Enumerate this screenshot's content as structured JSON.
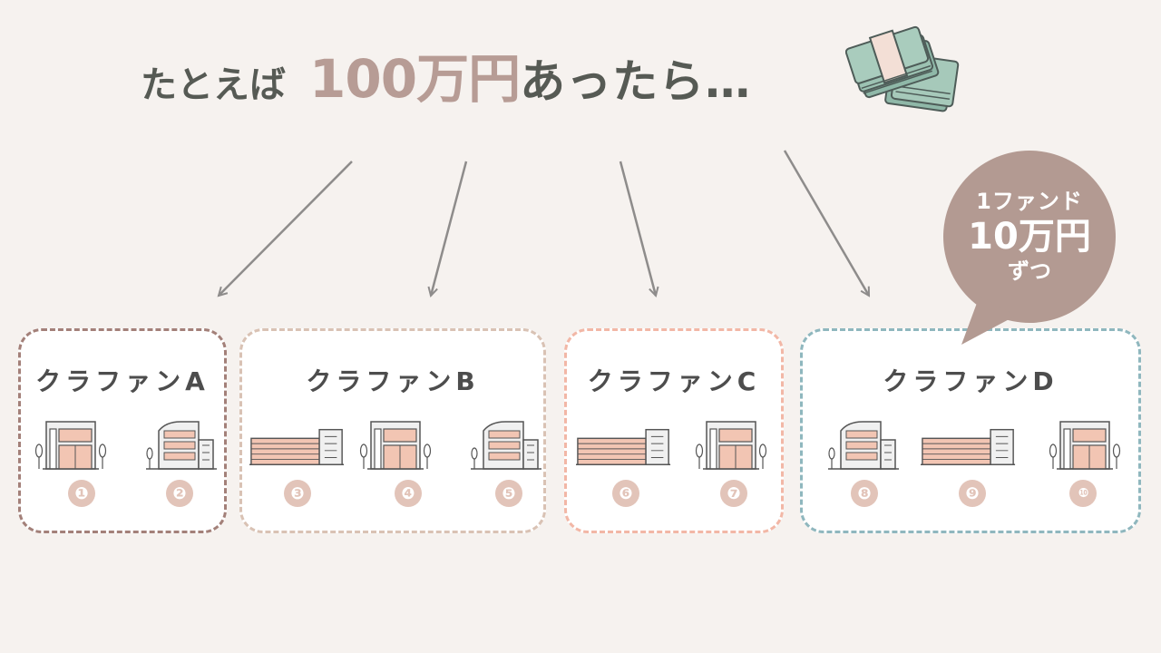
{
  "headline": {
    "prefix": "たとえば",
    "amount": "100万円",
    "suffix": "あったら…"
  },
  "money_icon": "money-stack-icon",
  "arrows_icon": "arrow-down-icon",
  "building_icons": [
    "building-small-icon",
    "building-tall-icon",
    "building-long-icon"
  ],
  "bubble": {
    "line1": "1ファンド",
    "line2": "10万円",
    "line3": "ずつ"
  },
  "funds": [
    {
      "title": "クラファンA",
      "color": "#a38079",
      "items": [
        "❶",
        "❷"
      ]
    },
    {
      "title": "クラファンB",
      "color": "#d9c2b4",
      "items": [
        "❸",
        "❹",
        "❺"
      ]
    },
    {
      "title": "クラファンC",
      "color": "#f2b7a6",
      "items": [
        "❻",
        "❼"
      ]
    },
    {
      "title": "クラファンD",
      "color": "#8fb7be",
      "items": [
        "❽",
        "❾",
        "❿"
      ]
    }
  ],
  "colors": {
    "background": "#f6f2ef",
    "accent": "#b79c95",
    "bubble": "#b39a92",
    "number_badge": "#e2c4b9",
    "building_fill": "#f2c5b3"
  }
}
